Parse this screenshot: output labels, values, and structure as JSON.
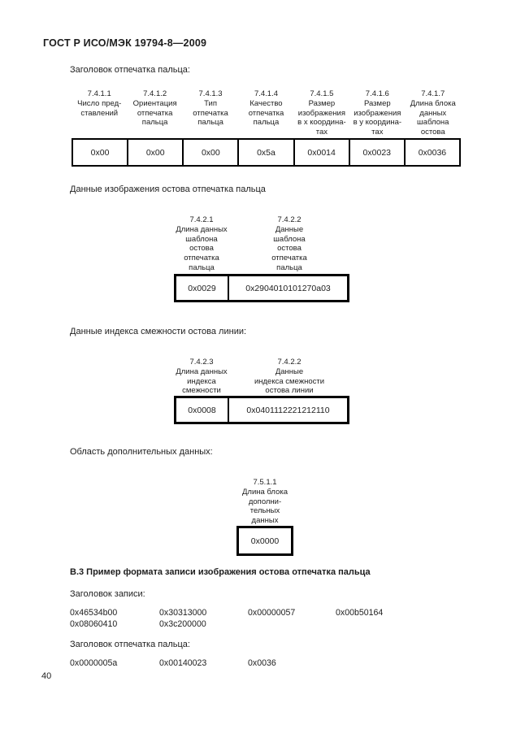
{
  "page": {
    "doc_header": "ГОСТ Р ИСО/МЭК 19794-8—2009",
    "page_number": "40"
  },
  "tables": {
    "fp_header": {
      "label": "Заголовок отпечатка пальца:",
      "columns": [
        {
          "header": "7.4.1.1\nЧисло пред-\nставлений",
          "value": "0x00"
        },
        {
          "header": "7.4.1.2\nОриентация\nотпечатка\nпальца",
          "value": "0x00"
        },
        {
          "header": "7.4.1.3\nТип\nотпечатка\nпальца",
          "value": "0x00"
        },
        {
          "header": "7.4.1.4\nКачество\nотпечатка\nпальца",
          "value": "0x5a"
        },
        {
          "header": "7.4.1.5\nРазмер\nизображения\nв x координа-\nтах",
          "value": "0x0014"
        },
        {
          "header": "7.4.1.6\nРазмер\nизображения\nв y координа-\nтах",
          "value": "0x0023"
        },
        {
          "header": "7.4.1.7\nДлина блока\nданных\nшаблона\nостова",
          "value": "0x0036"
        }
      ]
    },
    "skeleton_data": {
      "label": "Данные изображения остова отпечатка пальца",
      "columns": [
        {
          "header": "7.4.2.1\nДлина данных\nшаблона\nостова\nотпечатка\nпальца",
          "value": "0x0029"
        },
        {
          "header": "7.4.2.2\nДанные\nшаблона\nостова\nотпечатка\nпальца",
          "value": "0x2904010101270a03"
        }
      ]
    },
    "adjacency": {
      "label": "Данные индекса смежности остова линии:",
      "columns": [
        {
          "header": "7.4.2.3\nДлина данных\nиндекса\nсмежности",
          "value": "0x0008"
        },
        {
          "header": "7.4.2.2\nДанные\nиндекса смежности\nостова линии",
          "value": "0x0401112221212110"
        }
      ]
    },
    "extended": {
      "label": "Область дополнительных данных:",
      "columns": [
        {
          "header": "7.5.1.1\nДлина блока\nдополни-\nтельных\nданных",
          "value": "0x0000"
        }
      ]
    }
  },
  "example_b3": {
    "heading": "В.3 Пример формата записи изображения остова отпечатка пальца",
    "record_header_label": "Заголовок записи:",
    "record_header_rows": [
      [
        "0x46534b00",
        "0x30313000",
        "0x00000057",
        "0x00b50164"
      ],
      [
        "0x08060410",
        "0x3c200000"
      ]
    ],
    "fp_header_label": "Заголовок отпечатка пальца:",
    "fp_header_values": [
      "0x0000005a",
      "0x00140023",
      "0x0036"
    ]
  }
}
